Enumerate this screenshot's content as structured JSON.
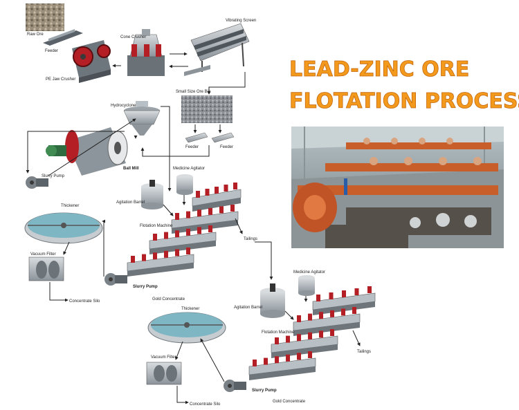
{
  "title": {
    "line1": "LEAD-ZINC ORE",
    "line2": "FLOTATION PROCESS",
    "color": "#f39a1d"
  },
  "labels": {
    "raw_ore": "Raw Ore",
    "feeder_top": "Feeder",
    "jaw_crusher": "PE Jaw Crusher",
    "cone_crusher": "Cone Crusher",
    "vibrating_screen": "Vibrating Screen",
    "small_ore_bin": "Small Size Ore Bin",
    "feeder_left": "Feeder",
    "feeder_right": "Feeder",
    "hydrocyclone": "Hydrocyclone",
    "ball_mill": "Ball Mill",
    "slurry_pump_1": "Slurry Pump",
    "medicine_agitator_1": "Medicine Agitator",
    "agitation_barrel_1": "Agitation Barrel",
    "flotation_machine_1": "Flotation Machine",
    "tailings_1": "Tailings",
    "thickener_1": "Thickener",
    "vacuum_filter_1": "Vacuum Filter",
    "concentrate_silo_1": "Concentrate Silo",
    "slurry_pump_2": "Slurry Pump",
    "gold_concentrate_1": "Gold Concentrate",
    "medicine_agitator_2": "Medicine Agitator",
    "agitation_barrel_2": "Agitation Barrel",
    "thickener_2": "Thickener",
    "flotation_machine_2": "Flotation Machine",
    "vacuum_filter_2": "Vacuum Filter",
    "tailings_2": "Tailings",
    "slurry_pump_3": "Slurry Pump",
    "gold_concentrate_2": "Gold Concentrate",
    "concentrate_silo_2": "Concentrate Silo"
  }
}
